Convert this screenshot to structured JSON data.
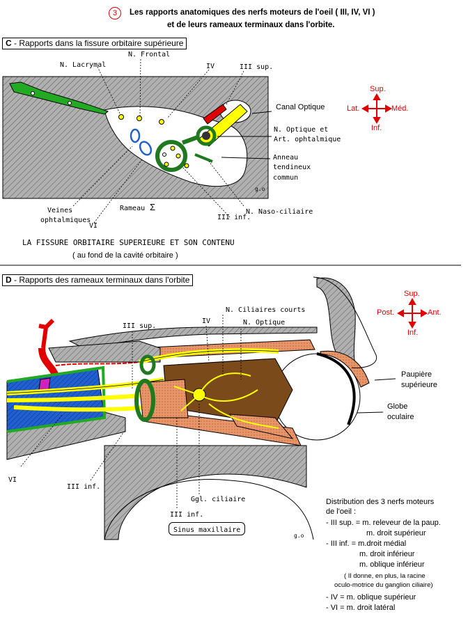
{
  "header": {
    "number": "3",
    "title_line1": "Les rapports anatomiques des nerfs moteurs de  l'oeil ( III, IV, VI )",
    "title_line2": "et de leurs rameaux terminaux dans l'orbite."
  },
  "section_c": {
    "box_letter": "C",
    "box_text": " - Rapports dans la fissure orbitaire supérieure",
    "labels": {
      "lacrymal": "N. Lacrymal",
      "frontal": "N. Frontal",
      "iv": "IV",
      "iii_sup": "III sup.",
      "canal": "Canal Optique",
      "optique1": "N. Optique et",
      "optique2": "Art. ophtalmique",
      "anneau1": "Anneau",
      "anneau2": "tendineux",
      "anneau3": "commun",
      "veines1": "Veines",
      "veines2": "ophtalmiques",
      "rameau": "Rameau",
      "sigma": "Σ",
      "vi": "VI",
      "iii_inf": "III  inf.",
      "naso": "N. Naso-ciliaire",
      "signature": "g.o"
    },
    "caption1": "LA FISSURE ORBITAIRE SUPERIEURE  ET SON CONTENU",
    "caption2": "( au fond de la cavité orbitaire )",
    "compass": {
      "top": "Sup.",
      "bottom": "Inf.",
      "left": "Lat.",
      "right": "Méd."
    }
  },
  "section_d": {
    "box_letter": "D",
    "box_text": " - Rapports des rameaux terminaux dans l'orbite",
    "labels": {
      "ciliaires": "N. Ciliaires courts",
      "iv": "IV",
      "optique": "N. Optique",
      "iii_sup": "III sup.",
      "paupiere1": "Paupière",
      "paupiere2": "supérieure",
      "globe1": "Globe",
      "globe2": "oculaire",
      "vi": "VI",
      "iii_inf_left": "III inf.",
      "ggl": "Ggl. ciliaire",
      "iii_inf_bottom": "III inf.",
      "sinus": "Sinus maxillaire",
      "signature": "g.o"
    },
    "compass": {
      "top": "Sup.",
      "bottom": "Inf.",
      "left": "Post.",
      "right": "Ant."
    },
    "distribution": {
      "heading1": "Distribution des 3 nerfs moteurs",
      "heading2": "de l'oeil :",
      "l1": "- III sup. = m. releveur de la paup.",
      "l2": "m. droit supérieur",
      "l3": "- III inf. = m.droit médial",
      "l4": "m. droit inférieur",
      "l5": "m. oblique inférieur",
      "l6": "( Il donne, en plus, la racine",
      "l7": "oculo-motrice du ganglion ciliaire)",
      "l8": "- IV = m. oblique supérieur",
      "l9": "- VI = m. droit latéral"
    }
  },
  "colors": {
    "accent_red": "#e00000",
    "nerve_yellow": "#ffff00",
    "ring_green": "#1f7a1f",
    "bone_gray": "#a0a0a0",
    "muscle_salmon": "#e8956a",
    "blue": "#2060d0",
    "brown": "#7a4a1a"
  }
}
